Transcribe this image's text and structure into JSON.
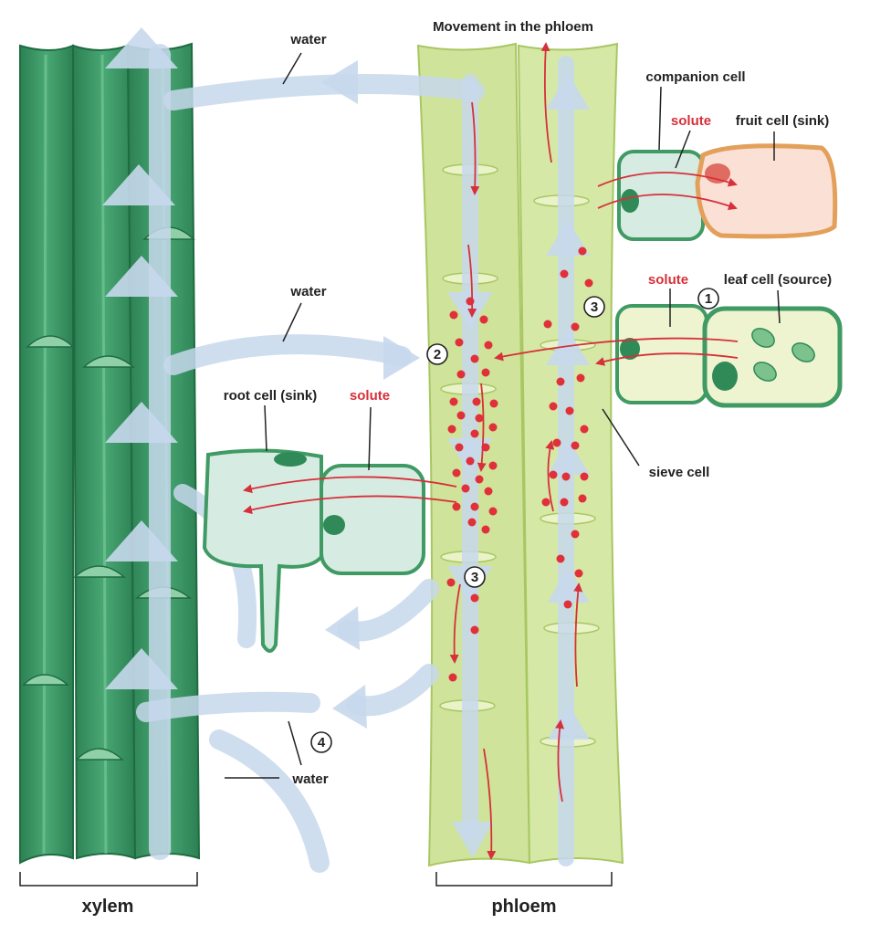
{
  "title": "Movement in the phloem",
  "labels": {
    "water_top": "water",
    "water_mid": "water",
    "water_bottom": "water",
    "companion_cell": "companion cell",
    "solute_fruit": "solute",
    "fruit_cell": "fruit cell (sink)",
    "solute_leaf": "solute",
    "leaf_cell": "leaf cell (source)",
    "root_cell": "root cell (sink)",
    "solute_root": "solute",
    "sieve_cell": "sieve cell",
    "xylem": "xylem",
    "phloem": "phloem"
  },
  "steps": {
    "one": "1",
    "two": "2",
    "three_upper": "3",
    "three_lower": "3",
    "four": "4"
  },
  "colors": {
    "xylem_dark": "#2f8a57",
    "xylem_mid": "#3fa06a",
    "xylem_light": "#5cb984",
    "phloem_fill": "#cfe39a",
    "phloem_edge": "#a8c763",
    "flow_arrow": "#c7d8ec",
    "solute_dot": "#e0303a",
    "red_arrow": "#d6303a",
    "cell_green_edge": "#3f9a63",
    "cell_green_fill": "#d6ebe2",
    "fruit_edge": "#e2a05a",
    "fruit_fill": "#fbe0d6",
    "leaf_fill": "#eef3d0"
  }
}
